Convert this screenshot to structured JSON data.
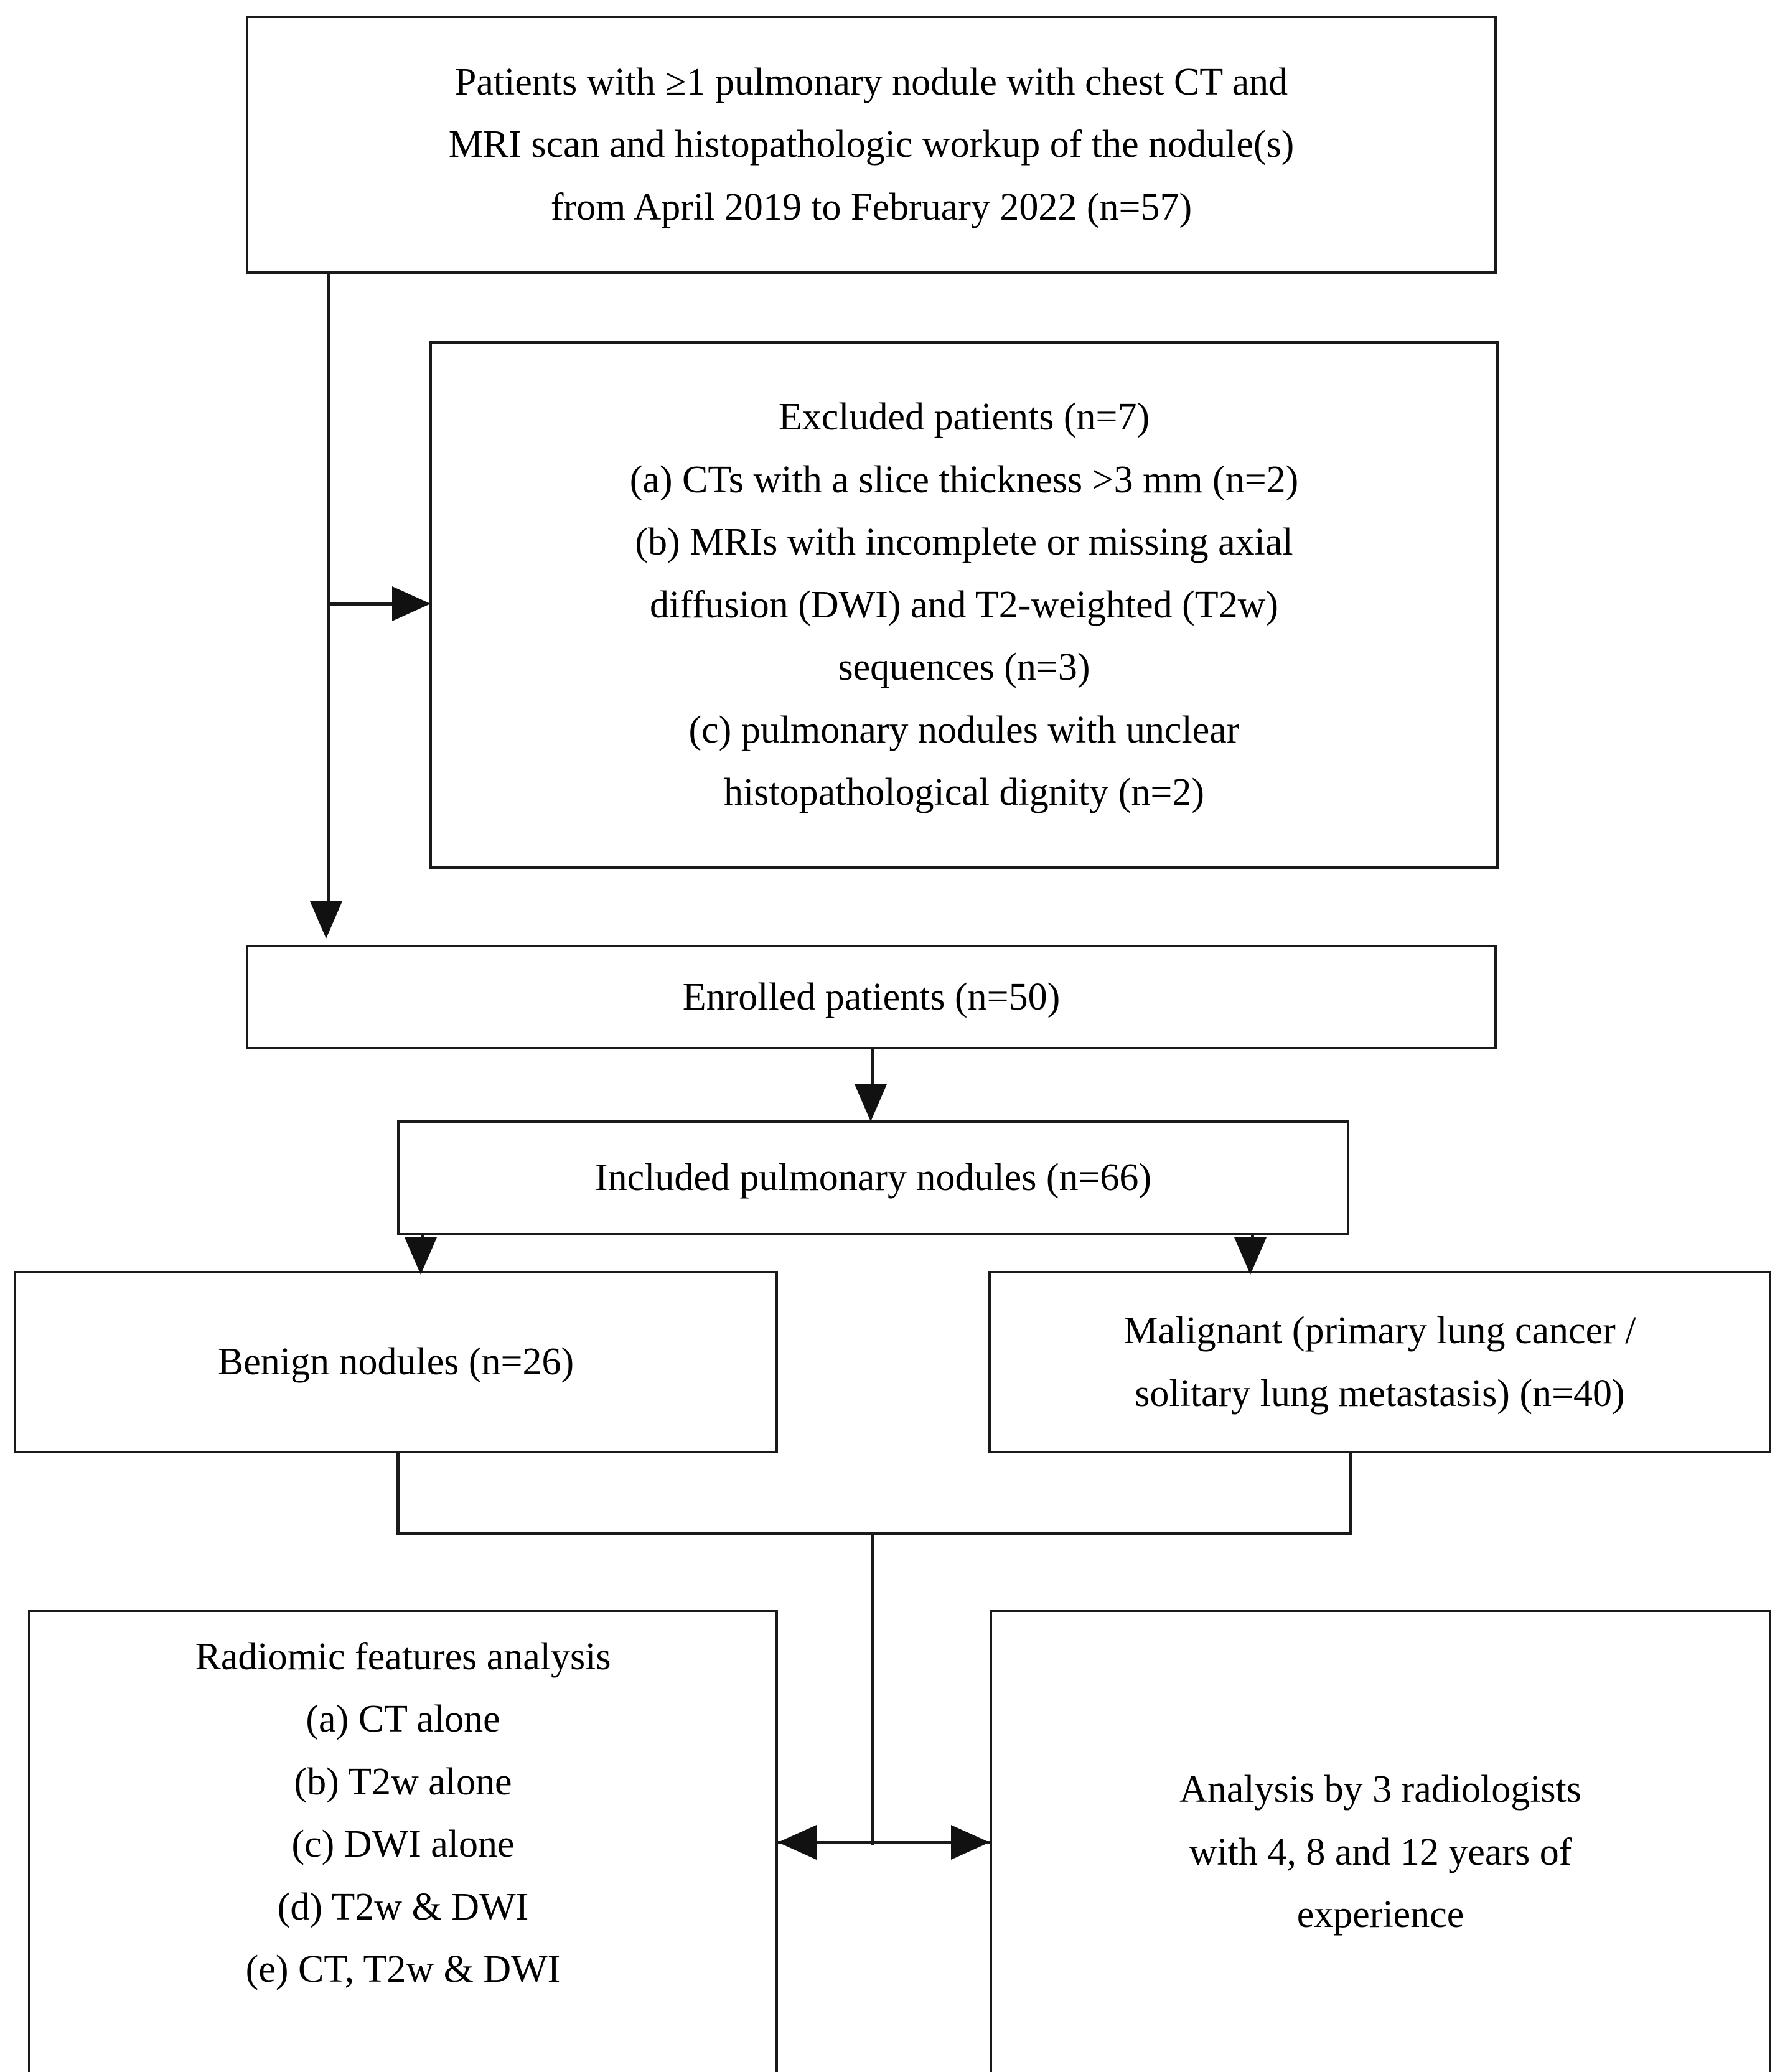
{
  "diagram": {
    "type": "flowchart",
    "title": "Patient and nodule selection flowchart",
    "nodes": {
      "source": {
        "lines": [
          "Patients with ≥1 pulmonary nodule with chest CT and",
          "MRI scan and histopathologic workup of the nodule(s)",
          "from April 2019 to February 2022 (n=57)"
        ]
      },
      "excluded": {
        "lines": [
          "Excluded patients (n=7)",
          "(a) CTs with a slice thickness >3 mm (n=2)",
          "(b) MRIs with incomplete or missing axial",
          "diffusion (DWI) and T2-weighted (T2w)",
          "sequences (n=3)",
          "(c) pulmonary nodules with unclear",
          "histopathological dignity (n=2)"
        ]
      },
      "enrolled": {
        "lines": [
          "Enrolled patients (n=50)"
        ]
      },
      "included": {
        "lines": [
          "Included pulmonary nodules (n=66)"
        ]
      },
      "benign": {
        "lines": [
          "Benign nodules (n=26)"
        ]
      },
      "malignant": {
        "lines": [
          "Malignant (primary lung cancer /",
          "solitary lung metastasis) (n=40)"
        ]
      },
      "radiomic": {
        "lines": [
          "Radiomic features analysis",
          "(a) CT alone",
          "(b) T2w alone",
          "(c) DWI alone",
          "(d) T2w & DWI",
          "(e) CT, T2w & DWI"
        ]
      },
      "readers": {
        "lines": [
          "Analysis by 3 radiologists",
          "with 4, 8 and 12 years of",
          "experience"
        ]
      }
    },
    "counts": {
      "screened_patients": 57,
      "excluded_patients": 7,
      "excluded_ct_slice_thickness": 2,
      "excluded_mri_sequences": 3,
      "excluded_unclear_dignity": 2,
      "enrolled_patients": 50,
      "included_nodules": 66,
      "benign_nodules": 26,
      "malignant_nodules": 40,
      "radiologists": 3,
      "radiologist_experience_years": [
        4,
        8,
        12
      ]
    },
    "edges": [
      {
        "from": "source",
        "to": "enrolled",
        "style": "arrow-down"
      },
      {
        "from": "source",
        "to": "excluded",
        "style": "arrow-right"
      },
      {
        "from": "enrolled",
        "to": "included",
        "style": "arrow-down"
      },
      {
        "from": "included",
        "to": "benign",
        "style": "arrow-down"
      },
      {
        "from": "included",
        "to": "malignant",
        "style": "arrow-down"
      },
      {
        "from": "radiomic",
        "to": "readers",
        "style": "double-headed-arrow"
      }
    ],
    "colors": {
      "stroke": "#1a1a1a",
      "background": "#ffffff",
      "text": "#000000"
    }
  }
}
